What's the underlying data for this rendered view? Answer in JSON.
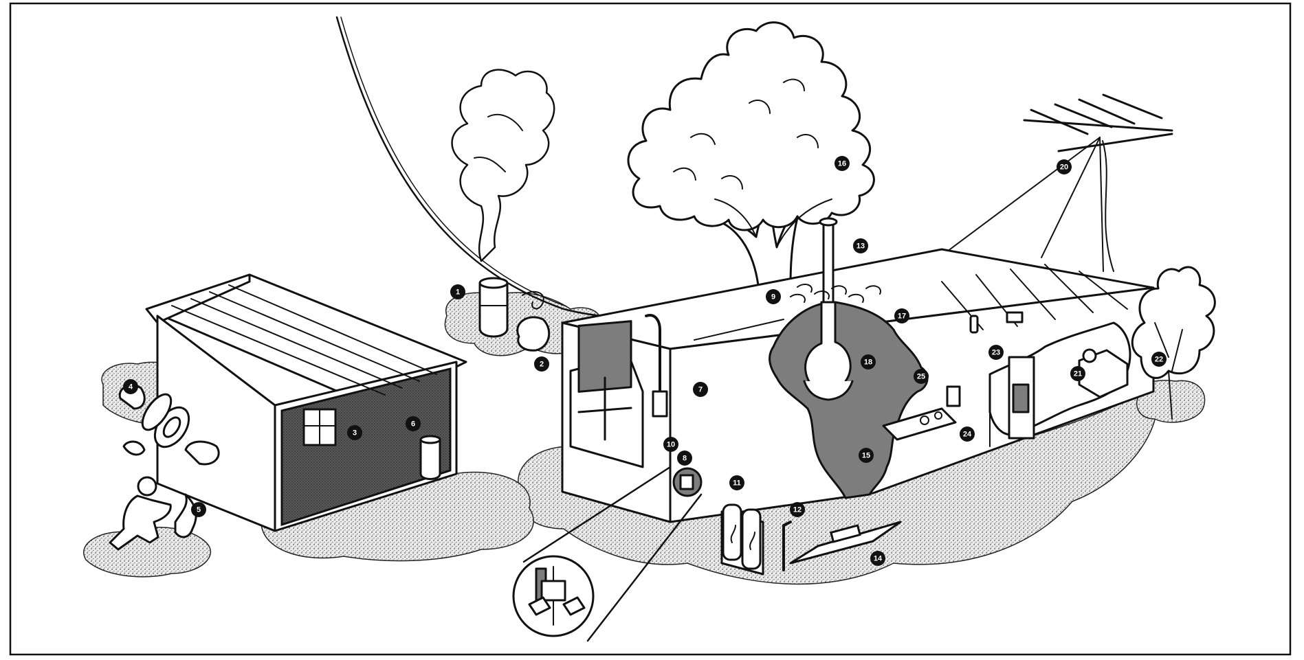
{
  "callouts": [
    {
      "label": "1"
    },
    {
      "label": "2"
    },
    {
      "label": "3"
    },
    {
      "label": "4"
    },
    {
      "label": "5"
    },
    {
      "label": "6"
    },
    {
      "label": "7"
    },
    {
      "label": "8"
    },
    {
      "label": "9"
    },
    {
      "label": "10"
    },
    {
      "label": "11"
    },
    {
      "label": "12"
    },
    {
      "label": "13"
    },
    {
      "label": "14"
    },
    {
      "label": "15"
    },
    {
      "label": "16"
    },
    {
      "label": "17"
    },
    {
      "label": "18"
    },
    {
      "label": "20"
    },
    {
      "label": "21"
    },
    {
      "label": "22"
    },
    {
      "label": "23"
    },
    {
      "label": "24"
    },
    {
      "label": "25"
    }
  ],
  "colors": {
    "ink": "#111111",
    "shade": "#7d7d7d",
    "paper": "#ffffff"
  }
}
